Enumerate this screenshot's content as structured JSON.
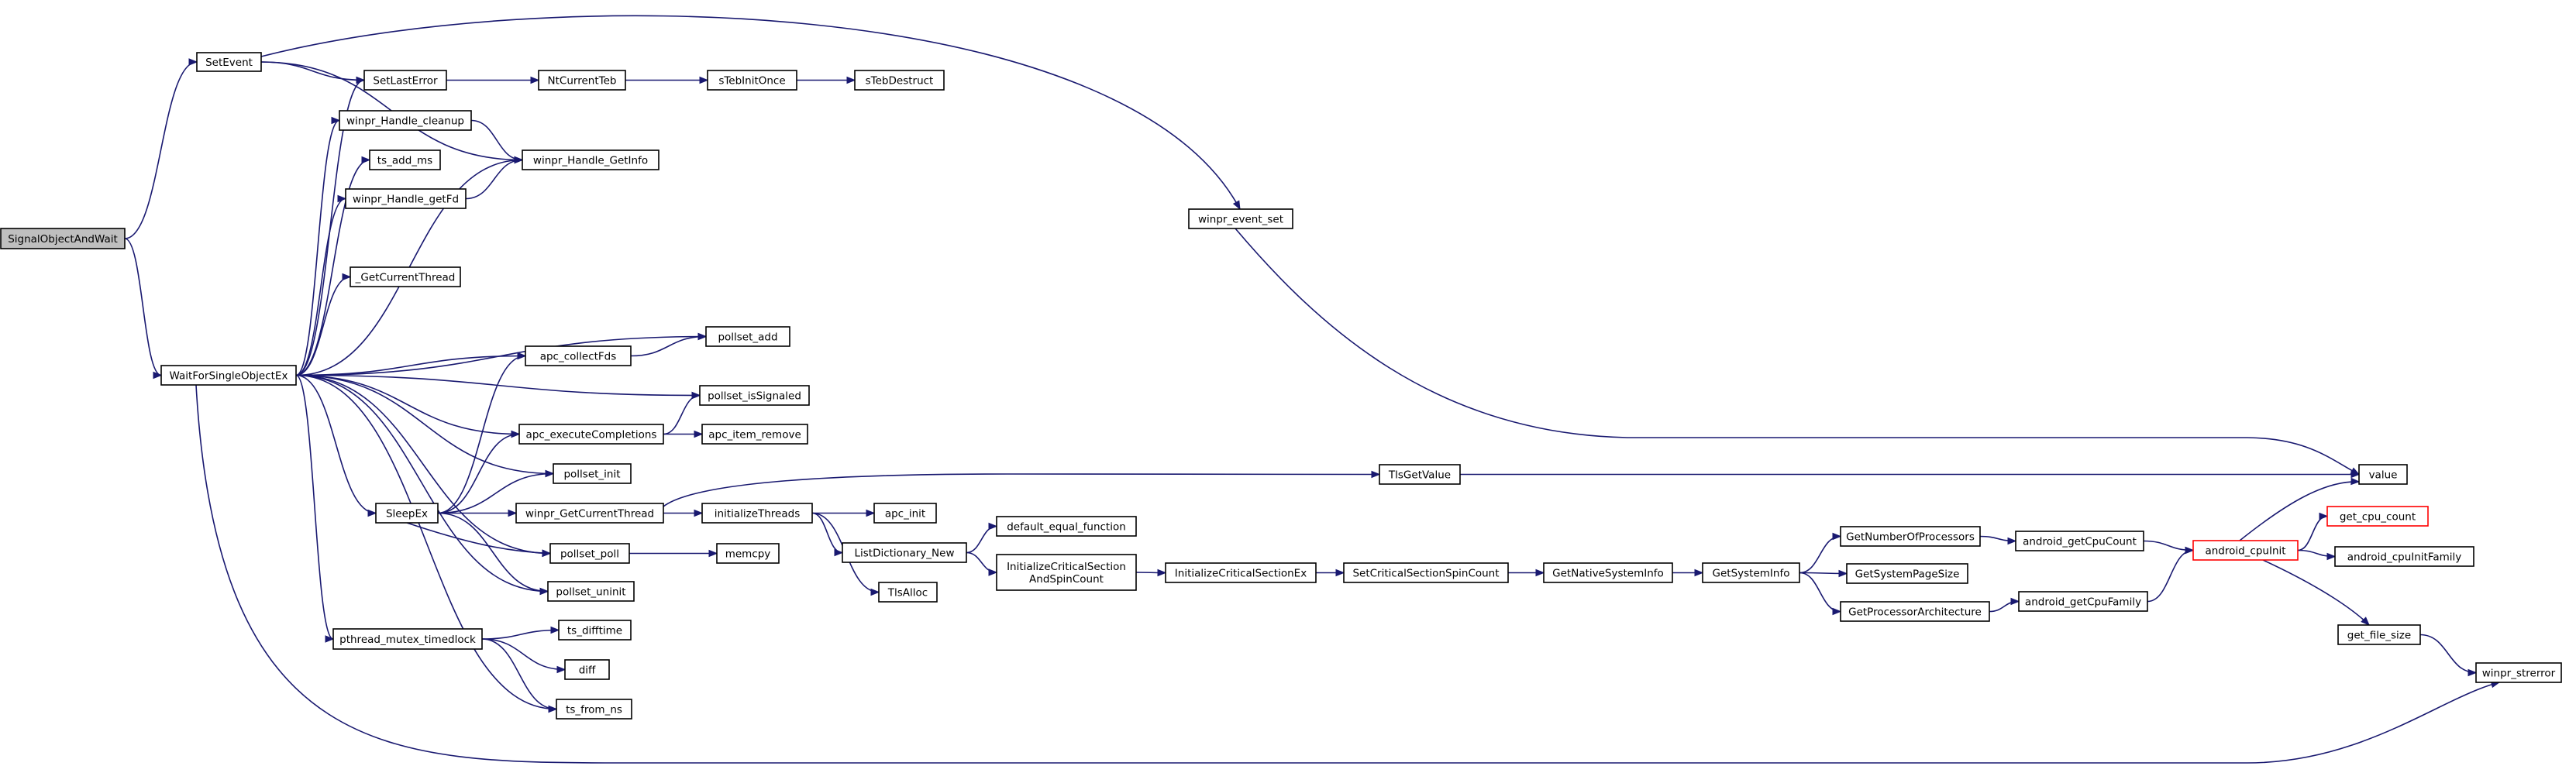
{
  "graph": {
    "root": "SignalObjectAndWait",
    "colors": {
      "edge": "#191970",
      "node_border": "#000000",
      "root_fill": "#bfbfbf",
      "truncated_border": "#ff0000"
    },
    "nodes": [
      {
        "id": "SignalObjectAndWait",
        "label": "SignalObjectAndWait",
        "root": true
      },
      {
        "id": "SetEvent",
        "label": "SetEvent"
      },
      {
        "id": "WaitForSingleObjectEx",
        "label": "WaitForSingleObjectEx"
      },
      {
        "id": "SetLastError",
        "label": "SetLastError"
      },
      {
        "id": "winpr_Handle_cleanup",
        "label": "winpr_Handle_cleanup"
      },
      {
        "id": "ts_add_ms",
        "label": "ts_add_ms"
      },
      {
        "id": "winpr_Handle_getFd",
        "label": "winpr_Handle_getFd"
      },
      {
        "id": "_GetCurrentThread",
        "label": "_GetCurrentThread"
      },
      {
        "id": "apc_collectFds",
        "label": "apc_collectFds"
      },
      {
        "id": "apc_executeCompletions",
        "label": "apc_executeCompletions"
      },
      {
        "id": "SleepEx",
        "label": "SleepEx"
      },
      {
        "id": "winpr_GetCurrentThread",
        "label": "winpr_GetCurrentThread"
      },
      {
        "id": "pollset_poll",
        "label": "pollset_poll"
      },
      {
        "id": "pollset_uninit",
        "label": "pollset_uninit"
      },
      {
        "id": "pthread_mutex_timedlock",
        "label": "pthread_mutex_timedlock"
      },
      {
        "id": "NtCurrentTeb",
        "label": "NtCurrentTeb"
      },
      {
        "id": "sTebInitOnce",
        "label": "sTebInitOnce"
      },
      {
        "id": "sTebDestruct",
        "label": "sTebDestruct"
      },
      {
        "id": "winpr_Handle_GetInfo",
        "label": "winpr_Handle_GetInfo"
      },
      {
        "id": "pollset_add",
        "label": "pollset_add"
      },
      {
        "id": "pollset_isSignaled",
        "label": "pollset_isSignaled"
      },
      {
        "id": "apc_item_remove",
        "label": "apc_item_remove"
      },
      {
        "id": "pollset_init",
        "label": "pollset_init"
      },
      {
        "id": "initializeThreads",
        "label": "initializeThreads"
      },
      {
        "id": "memcpy",
        "label": "memcpy"
      },
      {
        "id": "ts_difftime",
        "label": "ts_difftime"
      },
      {
        "id": "diff",
        "label": "diff"
      },
      {
        "id": "ts_from_ns",
        "label": "ts_from_ns"
      },
      {
        "id": "apc_init",
        "label": "apc_init"
      },
      {
        "id": "ListDictionary_New",
        "label": "ListDictionary_New"
      },
      {
        "id": "TlsAlloc",
        "label": "TlsAlloc"
      },
      {
        "id": "default_equal_function",
        "label": "default_equal_function"
      },
      {
        "id": "InitializeCriticalSectionAndSpinCount",
        "label": "InitializeCriticalSection\nAndSpinCount"
      },
      {
        "id": "InitializeCriticalSectionEx",
        "label": "InitializeCriticalSectionEx"
      },
      {
        "id": "SetCriticalSectionSpinCount",
        "label": "SetCriticalSectionSpinCount"
      },
      {
        "id": "GetNativeSystemInfo",
        "label": "GetNativeSystemInfo"
      },
      {
        "id": "GetSystemInfo",
        "label": "GetSystemInfo"
      },
      {
        "id": "GetNumberOfProcessors",
        "label": "GetNumberOfProcessors"
      },
      {
        "id": "GetSystemPageSize",
        "label": "GetSystemPageSize"
      },
      {
        "id": "GetProcessorArchitecture",
        "label": "GetProcessorArchitecture"
      },
      {
        "id": "android_getCpuCount",
        "label": "android_getCpuCount"
      },
      {
        "id": "android_getCpuFamily",
        "label": "android_getCpuFamily"
      },
      {
        "id": "android_cpuInit",
        "label": "android_cpuInit",
        "truncated": true
      },
      {
        "id": "winpr_event_set",
        "label": "winpr_event_set"
      },
      {
        "id": "TlsGetValue",
        "label": "TlsGetValue"
      },
      {
        "id": "value",
        "label": "value"
      },
      {
        "id": "get_cpu_count",
        "label": "get_cpu_count",
        "truncated": true
      },
      {
        "id": "android_cpuInitFamily",
        "label": "android_cpuInitFamily"
      },
      {
        "id": "get_file_size",
        "label": "get_file_size"
      },
      {
        "id": "winpr_strerror",
        "label": "winpr_strerror"
      }
    ],
    "edges": [
      {
        "from": "SignalObjectAndWait",
        "to": "SetEvent"
      },
      {
        "from": "SignalObjectAndWait",
        "to": "WaitForSingleObjectEx"
      },
      {
        "from": "SetEvent",
        "to": "SetLastError"
      },
      {
        "from": "SetEvent",
        "to": "winpr_Handle_GetInfo"
      },
      {
        "from": "SetEvent",
        "to": "winpr_event_set"
      },
      {
        "from": "SetLastError",
        "to": "NtCurrentTeb"
      },
      {
        "from": "NtCurrentTeb",
        "to": "sTebInitOnce"
      },
      {
        "from": "sTebInitOnce",
        "to": "sTebDestruct"
      },
      {
        "from": "winpr_Handle_cleanup",
        "to": "winpr_Handle_GetInfo"
      },
      {
        "from": "winpr_Handle_getFd",
        "to": "winpr_Handle_GetInfo"
      },
      {
        "from": "WaitForSingleObjectEx",
        "to": "SetLastError"
      },
      {
        "from": "WaitForSingleObjectEx",
        "to": "winpr_Handle_cleanup"
      },
      {
        "from": "WaitForSingleObjectEx",
        "to": "ts_add_ms"
      },
      {
        "from": "WaitForSingleObjectEx",
        "to": "winpr_Handle_getFd"
      },
      {
        "from": "WaitForSingleObjectEx",
        "to": "winpr_Handle_GetInfo"
      },
      {
        "from": "WaitForSingleObjectEx",
        "to": "_GetCurrentThread"
      },
      {
        "from": "WaitForSingleObjectEx",
        "to": "pollset_add"
      },
      {
        "from": "WaitForSingleObjectEx",
        "to": "apc_collectFds"
      },
      {
        "from": "WaitForSingleObjectEx",
        "to": "pollset_isSignaled"
      },
      {
        "from": "WaitForSingleObjectEx",
        "to": "apc_executeCompletions"
      },
      {
        "from": "WaitForSingleObjectEx",
        "to": "pollset_init"
      },
      {
        "from": "WaitForSingleObjectEx",
        "to": "SleepEx"
      },
      {
        "from": "WaitForSingleObjectEx",
        "to": "pollset_poll"
      },
      {
        "from": "WaitForSingleObjectEx",
        "to": "pollset_uninit"
      },
      {
        "from": "WaitForSingleObjectEx",
        "to": "pthread_mutex_timedlock"
      },
      {
        "from": "WaitForSingleObjectEx",
        "to": "ts_from_ns"
      },
      {
        "from": "WaitForSingleObjectEx",
        "to": "winpr_strerror"
      },
      {
        "from": "apc_collectFds",
        "to": "pollset_add"
      },
      {
        "from": "apc_executeCompletions",
        "to": "pollset_isSignaled"
      },
      {
        "from": "apc_executeCompletions",
        "to": "apc_item_remove"
      },
      {
        "from": "SleepEx",
        "to": "apc_collectFds"
      },
      {
        "from": "SleepEx",
        "to": "apc_executeCompletions"
      },
      {
        "from": "SleepEx",
        "to": "pollset_init"
      },
      {
        "from": "SleepEx",
        "to": "winpr_GetCurrentThread"
      },
      {
        "from": "SleepEx",
        "to": "pollset_poll"
      },
      {
        "from": "SleepEx",
        "to": "pollset_uninit"
      },
      {
        "from": "winpr_GetCurrentThread",
        "to": "initializeThreads"
      },
      {
        "from": "winpr_GetCurrentThread",
        "to": "TlsGetValue"
      },
      {
        "from": "initializeThreads",
        "to": "apc_init"
      },
      {
        "from": "initializeThreads",
        "to": "ListDictionary_New"
      },
      {
        "from": "initializeThreads",
        "to": "TlsAlloc"
      },
      {
        "from": "ListDictionary_New",
        "to": "default_equal_function"
      },
      {
        "from": "ListDictionary_New",
        "to": "InitializeCriticalSectionAndSpinCount"
      },
      {
        "from": "InitializeCriticalSectionAndSpinCount",
        "to": "InitializeCriticalSectionEx"
      },
      {
        "from": "InitializeCriticalSectionEx",
        "to": "SetCriticalSectionSpinCount"
      },
      {
        "from": "SetCriticalSectionSpinCount",
        "to": "GetNativeSystemInfo"
      },
      {
        "from": "GetNativeSystemInfo",
        "to": "GetSystemInfo"
      },
      {
        "from": "GetSystemInfo",
        "to": "GetNumberOfProcessors"
      },
      {
        "from": "GetSystemInfo",
        "to": "GetSystemPageSize"
      },
      {
        "from": "GetSystemInfo",
        "to": "GetProcessorArchitecture"
      },
      {
        "from": "GetNumberOfProcessors",
        "to": "android_getCpuCount"
      },
      {
        "from": "GetProcessorArchitecture",
        "to": "android_getCpuFamily"
      },
      {
        "from": "android_getCpuCount",
        "to": "android_cpuInit"
      },
      {
        "from": "android_getCpuFamily",
        "to": "android_cpuInit"
      },
      {
        "from": "android_cpuInit",
        "to": "value"
      },
      {
        "from": "android_cpuInit",
        "to": "get_cpu_count"
      },
      {
        "from": "android_cpuInit",
        "to": "android_cpuInitFamily"
      },
      {
        "from": "android_cpuInit",
        "to": "get_file_size"
      },
      {
        "from": "get_file_size",
        "to": "winpr_strerror"
      },
      {
        "from": "pollset_poll",
        "to": "memcpy"
      },
      {
        "from": "pthread_mutex_timedlock",
        "to": "ts_difftime"
      },
      {
        "from": "pthread_mutex_timedlock",
        "to": "diff"
      },
      {
        "from": "pthread_mutex_timedlock",
        "to": "ts_from_ns"
      },
      {
        "from": "winpr_event_set",
        "to": "value"
      },
      {
        "from": "TlsGetValue",
        "to": "value"
      }
    ]
  }
}
